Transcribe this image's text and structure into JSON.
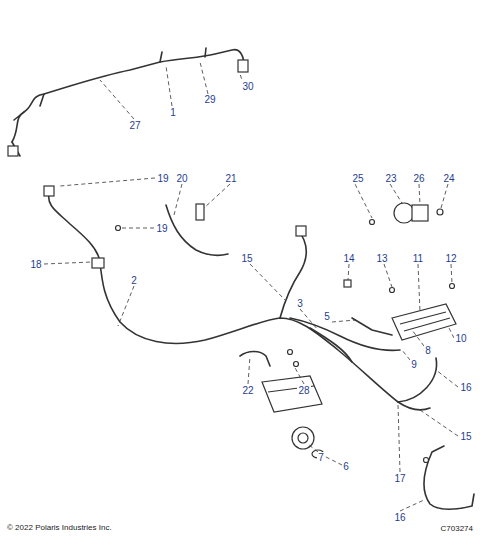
{
  "diagram": {
    "labels": [
      "30",
      "29",
      "1",
      "27",
      "19",
      "20",
      "21",
      "25",
      "23",
      "26",
      "24",
      "19",
      "18",
      "2",
      "15",
      "14",
      "13",
      "11",
      "12",
      "3",
      "5",
      "10",
      "8",
      "9",
      "16",
      "15",
      "22",
      "28",
      "7",
      "6",
      "17",
      "16",
      "© 2022 Polaris Industries Inc.",
      "C703274"
    ]
  }
}
